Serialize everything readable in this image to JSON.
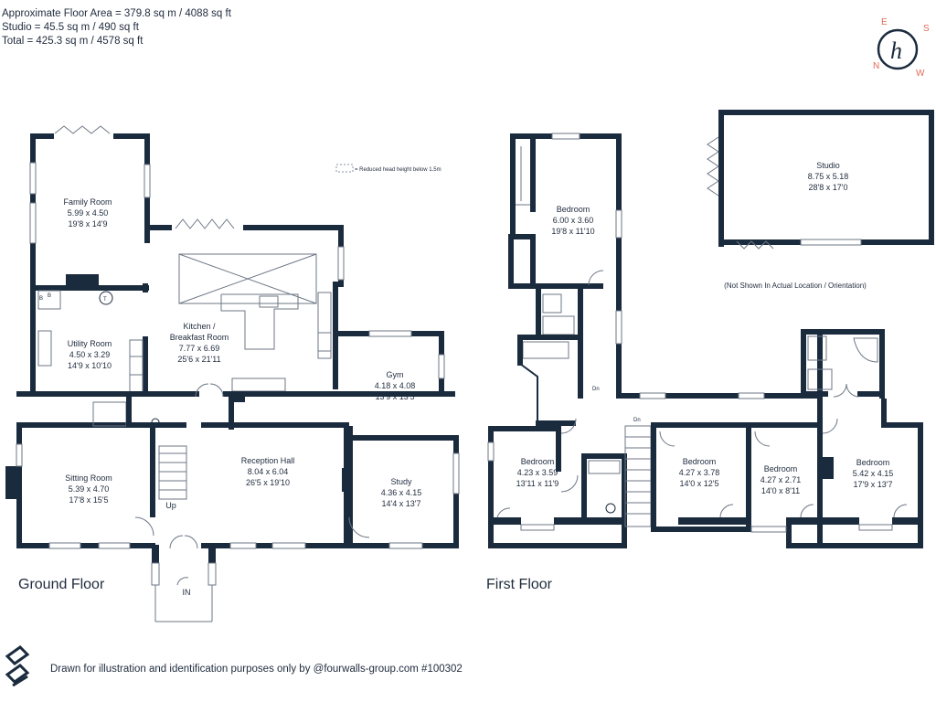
{
  "areas": {
    "main": "Approximate Floor Area = 379.8 sq m / 4088 sq ft",
    "studio": "Studio = 45.5 sq m / 490 sq ft",
    "total": "Total = 425.3 sq m / 4578 sq ft"
  },
  "compass": {
    "e": "E",
    "s": "S",
    "n": "N",
    "w": "W",
    "logo": "h"
  },
  "legend": {
    "text": "= Reduced head height below 1.5m"
  },
  "ground_floor": {
    "title": "Ground Floor",
    "family_room": {
      "name": "Family Room",
      "metric": "5.99 x 4.50",
      "imperial": "19'8 x 14'9"
    },
    "kitchen": {
      "name1": "Kitchen /",
      "name2": "Breakfast Room",
      "metric": "7.77 x 6.69",
      "imperial": "25'6 x 21'11"
    },
    "utility": {
      "name": "Utility Room",
      "metric": "4.50 x 3.29",
      "imperial": "14'9 x 10'10"
    },
    "gym": {
      "name": "Gym",
      "metric": "4.18 x 4.08",
      "imperial": "13'9 x 13'5"
    },
    "sitting": {
      "name": "Sitting Room",
      "metric": "5.39 x 4.70",
      "imperial": "17'8 x 15'5"
    },
    "reception": {
      "name": "Reception Hall",
      "metric": "8.04 x 6.04",
      "imperial": "26'5 x 19'10"
    },
    "study": {
      "name": "Study",
      "metric": "4.36 x 4.15",
      "imperial": "14'4 x 13'7"
    },
    "up": "Up",
    "in": "IN",
    "tank": "T"
  },
  "first_floor": {
    "title": "First Floor",
    "bedroom_top": {
      "name": "Bedroom",
      "metric": "6.00 x 3.60",
      "imperial": "19'8 x 11'10"
    },
    "studio": {
      "name": "Studio",
      "metric": "8.75 x 5.18",
      "imperial": "28'8 x 17'0"
    },
    "note": "(Not Shown In Actual Location / Orientation)",
    "bedroom_1": {
      "name": "Bedroom",
      "metric": "4.23 x 3.59",
      "imperial": "13'11 x 11'9"
    },
    "bedroom_2": {
      "name": "Bedroom",
      "metric": "4.27 x 3.78",
      "imperial": "14'0 x 12'5"
    },
    "bedroom_3": {
      "name": "Bedroom",
      "metric": "4.27 x 2.71",
      "imperial": "14'0 x 8'11"
    },
    "bedroom_4": {
      "name": "Bedroom",
      "metric": "5.42 x 4.15",
      "imperial": "17'9 x 13'7"
    },
    "dn1": "Dn",
    "dn2": "Dn"
  },
  "footer": {
    "disclaimer": "Drawn for illustration and identification purposes only by @fourwalls-group.com #100302"
  }
}
